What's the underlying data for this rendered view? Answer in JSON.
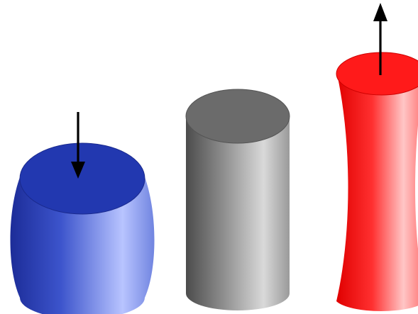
{
  "figure": {
    "cylinders": [
      {
        "id": "compressed",
        "state": "compression",
        "color": "#3a4fc4",
        "force_arrow": "down"
      },
      {
        "id": "neutral",
        "state": "unloaded",
        "color": "#8a8a8a",
        "force_arrow": "none"
      },
      {
        "id": "stretched",
        "state": "tension",
        "color": "#ff2020",
        "force_arrow": "up"
      }
    ],
    "colors": {
      "background": "#ffffff",
      "blue_dark": "#1f2f9e",
      "blue_light": "#b9c4ff",
      "blue_top": "#2238b0",
      "gray_dark": "#4a4a4a",
      "gray_light": "#d8d8d8",
      "gray_top": "#6a6a6a",
      "red_dark": "#d80000",
      "red_light": "#ffc8c8",
      "red_top": "#ff1a1a",
      "arrow": "#000000"
    }
  }
}
